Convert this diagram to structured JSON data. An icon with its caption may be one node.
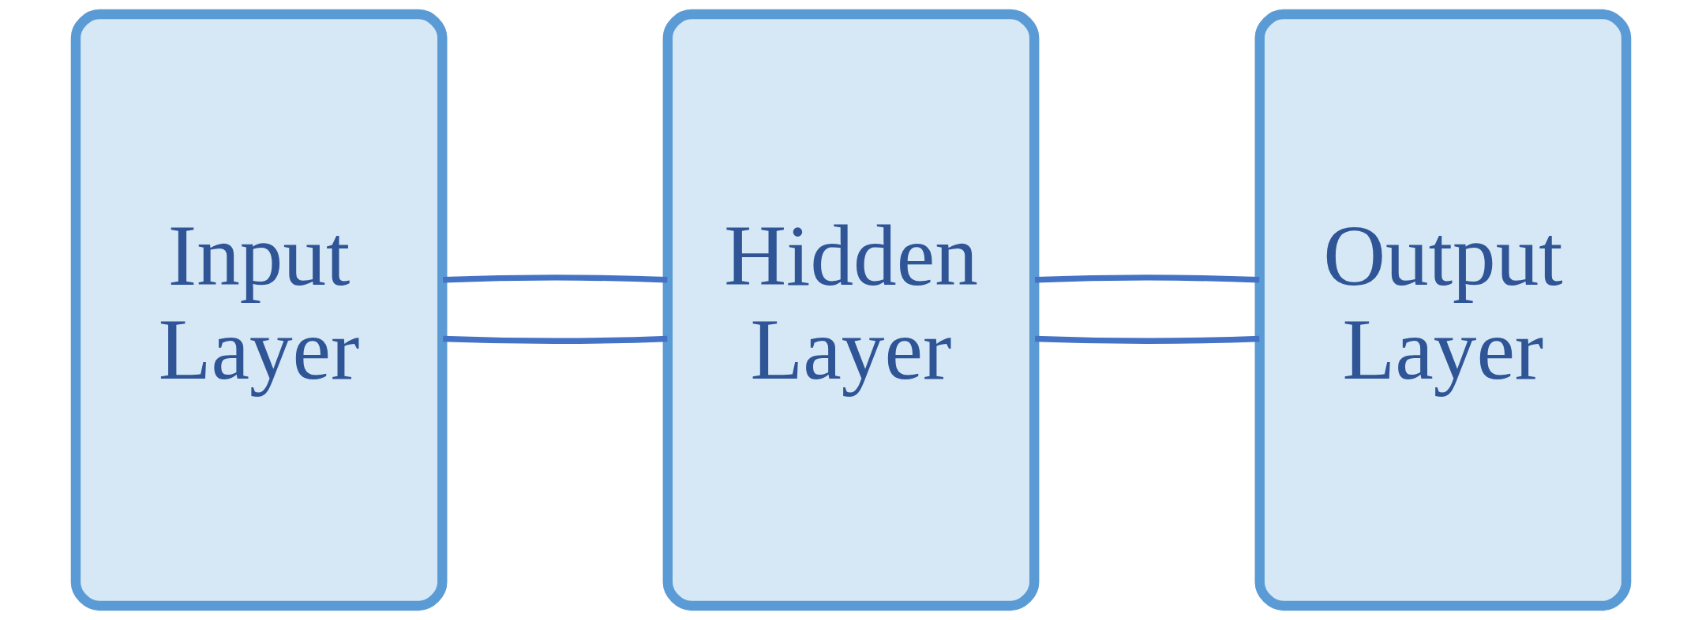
{
  "diagram": {
    "nodes": [
      {
        "text": [
          "Input Layer"
        ]
      },
      {
        "text": [
          "Hidden Layer"
        ]
      },
      {
        "text": [
          "Output Layer"
        ]
      }
    ],
    "edges": [
      {
        "from": 0,
        "to": 1,
        "arrow": "none"
      },
      {
        "from": 0,
        "to": 1,
        "arrow": "none"
      },
      {
        "from": 1,
        "to": 2,
        "arrow": "none"
      },
      {
        "from": 1,
        "to": 2,
        "arrow": "none"
      }
    ]
  }
}
